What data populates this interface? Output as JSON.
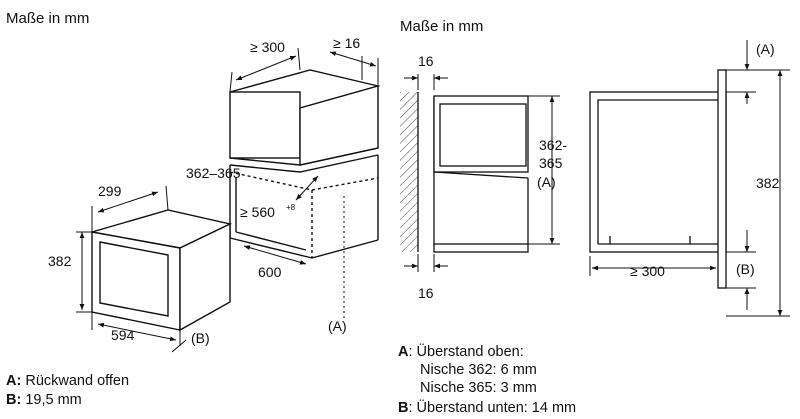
{
  "left": {
    "title": "Maße in mm",
    "dims": {
      "d300": "≥ 300",
      "d16": "≥ 16",
      "d362_365": "362–365",
      "d299": "299",
      "d560": "≥ 560",
      "d560_tol": "+8",
      "d382": "382",
      "d600": "600",
      "d594": "594"
    },
    "marker_a": "(A)",
    "marker_b": "(B)",
    "legend": [
      {
        "key": "A:",
        "text": " Rückwand offen"
      },
      {
        "key": "B:",
        "text": " 19,5 mm"
      }
    ]
  },
  "right": {
    "title": "Maße in mm",
    "dims": {
      "d16_top": "16",
      "d362": "362-",
      "d365": "365",
      "d_a": "(A)",
      "d16_bottom": "16",
      "d300": "≥ 300",
      "d382": "382"
    },
    "marker_a": "(A)",
    "marker_b": "(B)",
    "legend": [
      {
        "key": "A",
        "text": ": Überstand oben:"
      },
      {
        "key": "",
        "text": "Nische 362: 6 mm"
      },
      {
        "key": "",
        "text": "Nische 365: 3 mm"
      },
      {
        "key": "B",
        "text": ": Überstand unten: 14 mm"
      }
    ]
  }
}
